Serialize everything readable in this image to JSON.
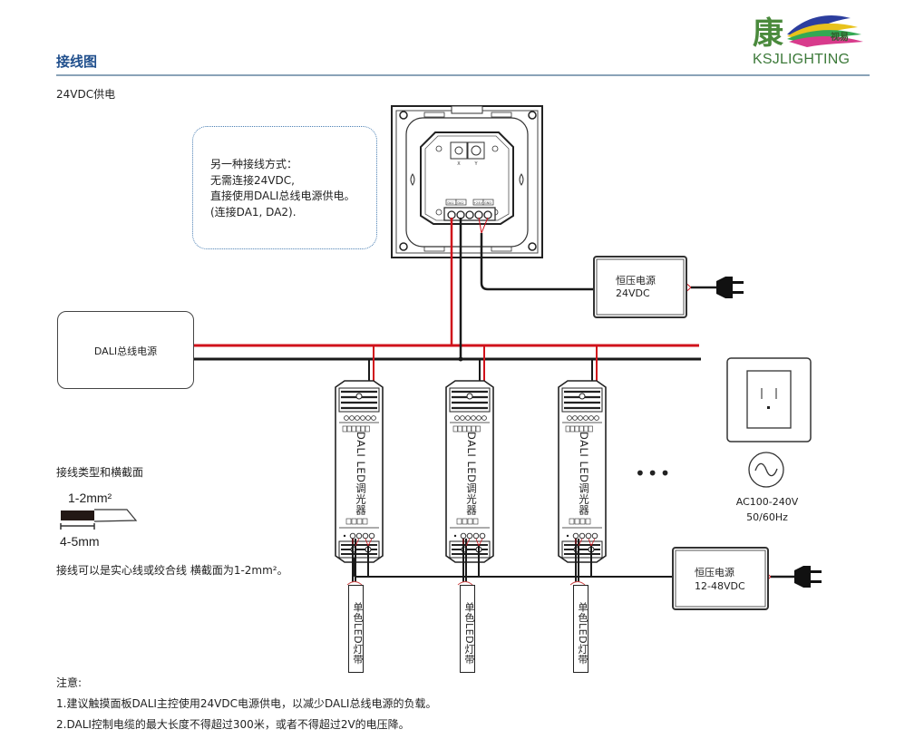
{
  "header": {
    "title": "接线图",
    "subtitle": "24VDC供电",
    "logo": {
      "brand_text": "KSJLIGHTING",
      "brand_color": "#3d7a3a"
    }
  },
  "note_box": {
    "lines": [
      "另一种接线方式：",
      "无需连接24VDC,",
      "直接使用DALI总线电源供电。",
      "(连接DA1, DA2)."
    ]
  },
  "touch_panel": {
    "knob_labels": [
      "X",
      "Y"
    ],
    "terminal_labels": [
      "DA1",
      "DA2",
      "+24V",
      "GND"
    ]
  },
  "dali_bus_psu": {
    "label": "DALI总线电源"
  },
  "psu_24v": {
    "line1": "恒压电源",
    "line2": "24VDC"
  },
  "psu_48v": {
    "line1": "恒压电源",
    "line2": "12-48VDC"
  },
  "dimmers": [
    {
      "label": "DALI LED调光器"
    },
    {
      "label": "DALI LED调光器"
    },
    {
      "label": "DALI LED调光器"
    }
  ],
  "more_indicator": "•••",
  "led_strips": [
    {
      "label": "单色LED灯带",
      "plus": "+",
      "minus": "-"
    },
    {
      "label": "单色LED灯带",
      "plus": "+",
      "minus": "-"
    },
    {
      "label": "单色LED灯带",
      "plus": "+",
      "minus": "-"
    }
  ],
  "mains": {
    "line1": "AC100-240V",
    "line2": "50/60Hz"
  },
  "wire_spec": {
    "title": "接线类型和横截面",
    "cross_section": "1-2mm²",
    "strip_length": "4-5mm",
    "note": "接线可以是实心线或绞合线 横截面为1-2mm²。"
  },
  "notice": {
    "title": "注意:",
    "items": [
      "1.建议触摸面板DALI主控使用24VDC电源供电，以减少DALI总线电源的负载。",
      "2.DALI控制电缆的最大长度不得超过300米，或者不得超过2V的电压降。"
    ]
  },
  "colors": {
    "title": "#1f4e8c",
    "rule": "#8aa3b8",
    "positive_wire": "#d0121b",
    "negative_wire": "#1a1a1a",
    "note_border": "#4a7fb3"
  }
}
